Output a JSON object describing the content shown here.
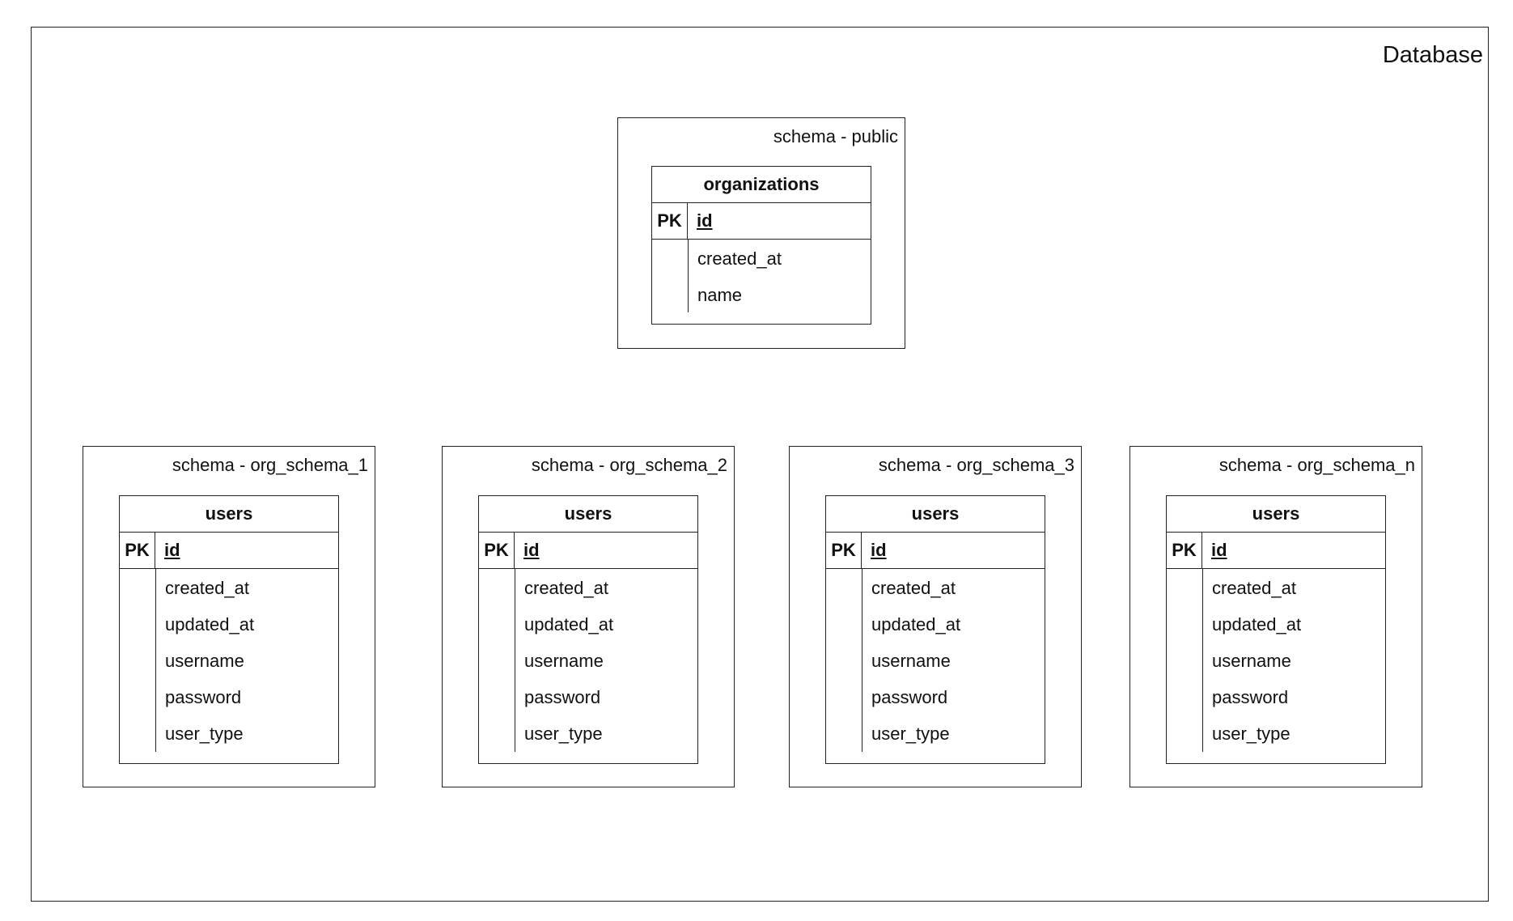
{
  "database": {
    "title": "Database"
  },
  "public_schema": {
    "title": "schema - public",
    "table": {
      "name": "organizations",
      "pk_label": "PK",
      "pk_field": "id",
      "columns": [
        "created_at",
        "name"
      ]
    }
  },
  "org_schemas": [
    {
      "title": "schema - org_schema_1",
      "table": {
        "name": "users",
        "pk_label": "PK",
        "pk_field": "id",
        "columns": [
          "created_at",
          "updated_at",
          "username",
          "password",
          "user_type"
        ]
      }
    },
    {
      "title": "schema - org_schema_2",
      "table": {
        "name": "users",
        "pk_label": "PK",
        "pk_field": "id",
        "columns": [
          "created_at",
          "updated_at",
          "username",
          "password",
          "user_type"
        ]
      }
    },
    {
      "title": "schema - org_schema_3",
      "table": {
        "name": "users",
        "pk_label": "PK",
        "pk_field": "id",
        "columns": [
          "created_at",
          "updated_at",
          "username",
          "password",
          "user_type"
        ]
      }
    },
    {
      "title": "schema - org_schema_n",
      "table": {
        "name": "users",
        "pk_label": "PK",
        "pk_field": "id",
        "columns": [
          "created_at",
          "updated_at",
          "username",
          "password",
          "user_type"
        ]
      }
    }
  ]
}
